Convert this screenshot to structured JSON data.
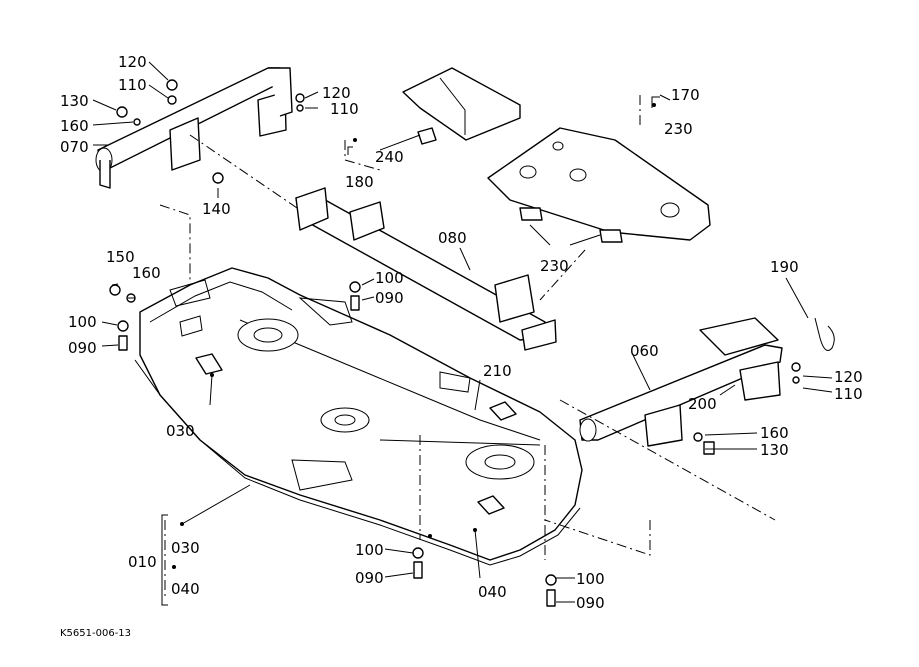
{
  "diagram": {
    "labels": {
      "p120a": "120",
      "p110a": "110",
      "p130a": "130",
      "p160a": "160",
      "p070": "070",
      "p120b": "120",
      "p110b": "110",
      "p140": "140",
      "p240": "240",
      "p180": "180",
      "p170": "170",
      "p230a": "230",
      "p230b": "230",
      "p080": "080",
      "p150": "150",
      "p160b": "160",
      "p100a": "100",
      "p090a": "090",
      "p100b": "100",
      "p090b": "090",
      "p190": "190",
      "p060": "060",
      "p210": "210",
      "p120c": "120",
      "p110c": "110",
      "p200": "200",
      "p160c": "160",
      "p130c": "130",
      "p030a": "030",
      "p010": "010",
      "p030b": "030",
      "p040a": "040",
      "p100c": "100",
      "p090c": "090",
      "p040b": "040",
      "p100d": "100",
      "p090d": "090"
    },
    "code": "K5651-006-13"
  }
}
